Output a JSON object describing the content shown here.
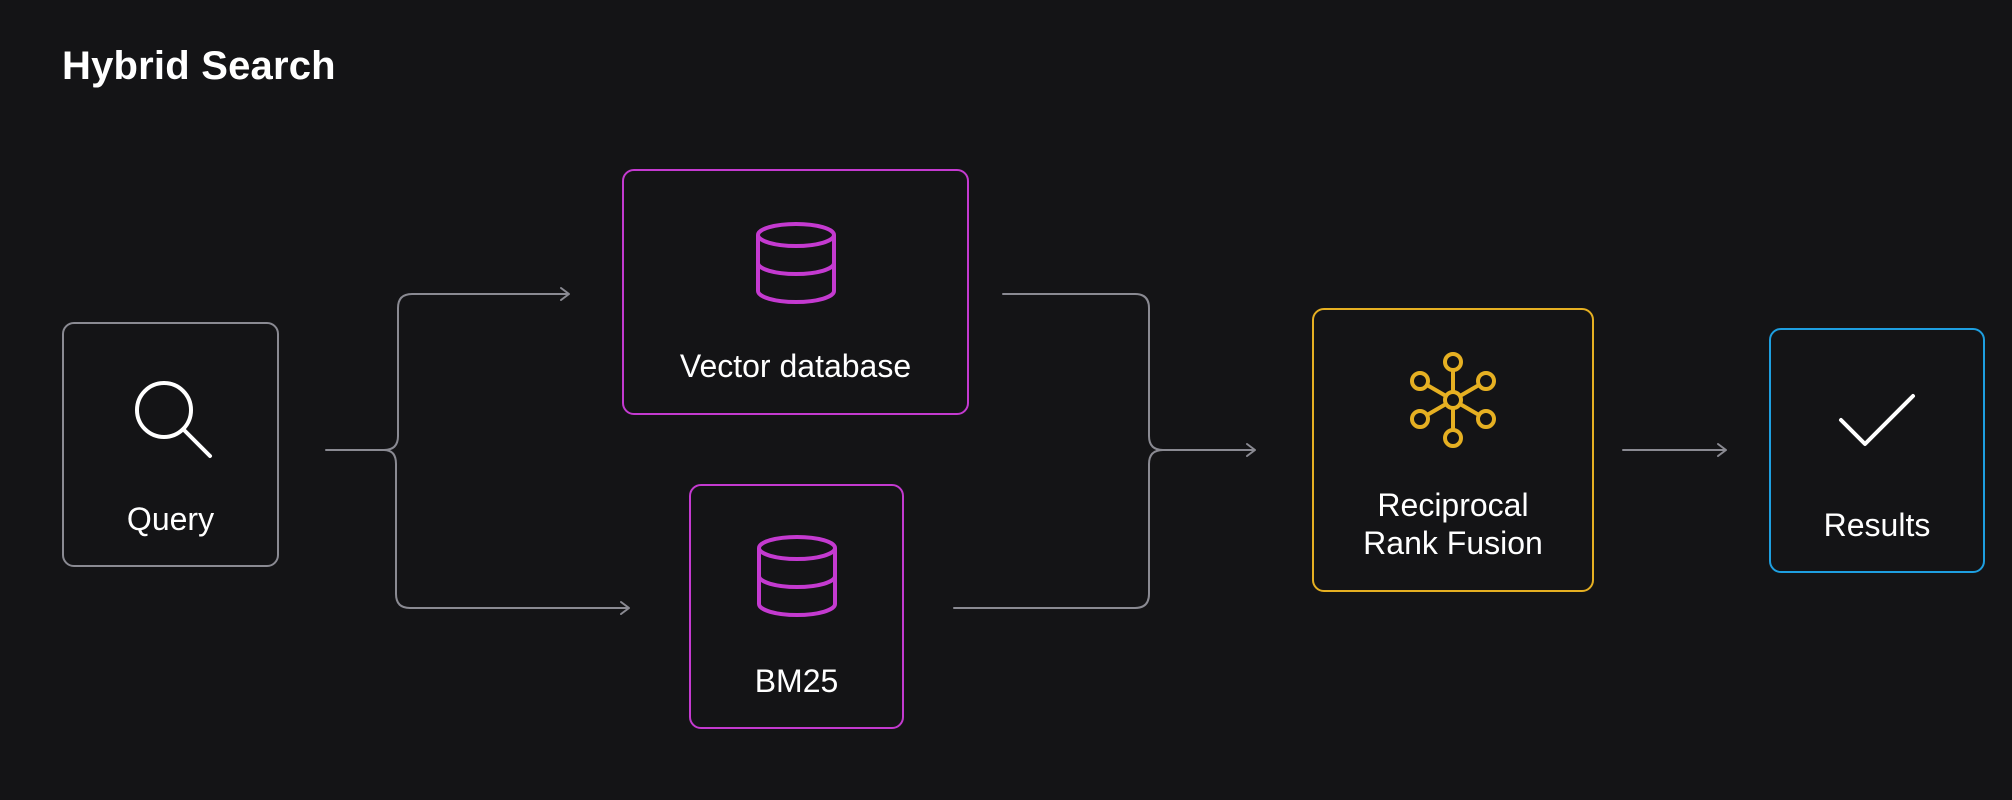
{
  "title": "Hybrid Search",
  "nodes": {
    "query": {
      "label": "Query",
      "icon": "search-icon"
    },
    "vector_db": {
      "label": "Vector database",
      "icon": "database-icon"
    },
    "bm25": {
      "label": "BM25",
      "icon": "database-icon"
    },
    "rrf": {
      "label": "Reciprocal\nRank Fusion",
      "icon": "network-icon"
    },
    "results": {
      "label": "Results",
      "icon": "checkmark-icon"
    }
  },
  "colors": {
    "background": "#141416",
    "text": "#ffffff",
    "connector": "#8a8a92",
    "query_border": "#8a8a92",
    "database_accent": "#c43ad0",
    "fusion_accent": "#e6b022",
    "results_accent": "#1e9fe0"
  }
}
